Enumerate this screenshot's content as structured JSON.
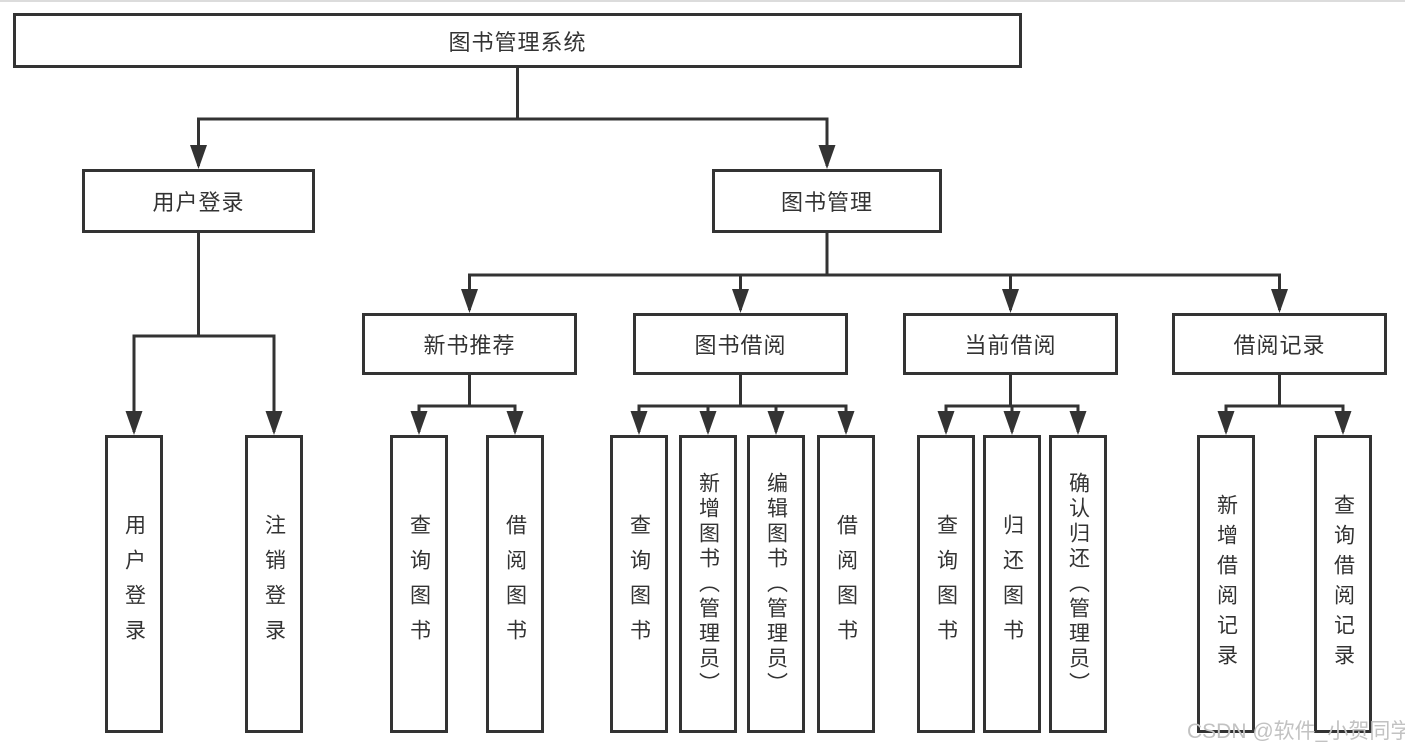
{
  "diagram": {
    "root": {
      "label": "图书管理系统",
      "children": [
        {
          "label": "用户登录",
          "children": [
            {
              "label": "用户登录"
            },
            {
              "label": "注销登录"
            }
          ]
        },
        {
          "label": "图书管理",
          "children": [
            {
              "label": "新书推荐",
              "children": [
                {
                  "label": "查询图书"
                },
                {
                  "label": "借阅图书"
                }
              ]
            },
            {
              "label": "图书借阅",
              "children": [
                {
                  "label": "查询图书"
                },
                {
                  "label": "新增图书（管理员）"
                },
                {
                  "label": "编辑图书（管理员）"
                },
                {
                  "label": "借阅图书"
                }
              ]
            },
            {
              "label": "当前借阅",
              "children": [
                {
                  "label": "查询图书"
                },
                {
                  "label": "归还图书"
                },
                {
                  "label": "确认归还（管理员）"
                }
              ]
            },
            {
              "label": "借阅记录",
              "children": [
                {
                  "label": "新增借阅记录"
                },
                {
                  "label": "查询借阅记录"
                }
              ]
            }
          ]
        }
      ]
    }
  },
  "watermark": {
    "text": "CSDN @软件_小贺同学"
  },
  "colors": {
    "line": "#333333",
    "text": "#333333",
    "watermark": "#c2c2c2",
    "background": "#ffffff",
    "edge": "#dcdcdc"
  }
}
